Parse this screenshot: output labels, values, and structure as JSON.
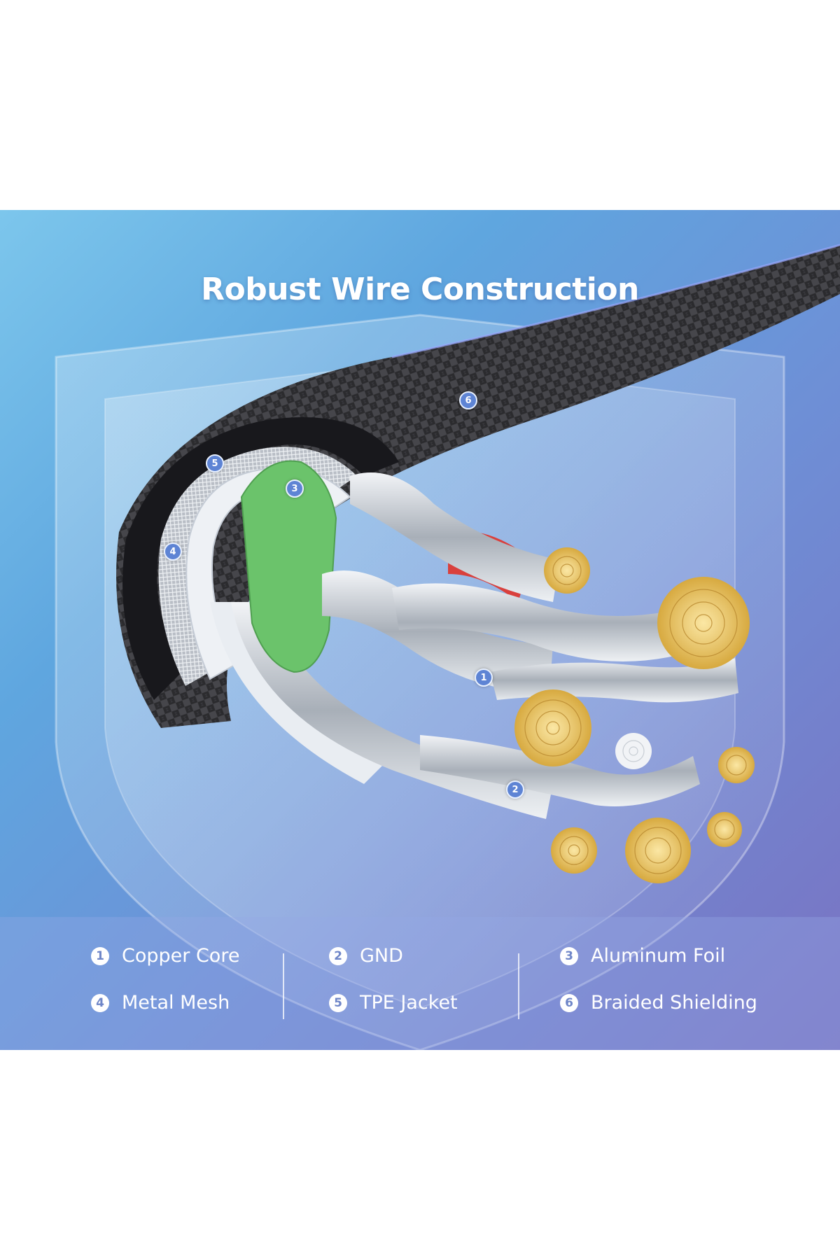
{
  "title": "Robust Wire Construction",
  "legend": {
    "columns": [
      [
        {
          "number": "1",
          "label": "Copper Core"
        },
        {
          "number": "4",
          "label": "Metal Mesh"
        }
      ],
      [
        {
          "number": "2",
          "label": "GND"
        },
        {
          "number": "5",
          "label": "TPE Jacket"
        }
      ],
      [
        {
          "number": "3",
          "label": "Aluminum Foil"
        },
        {
          "number": "6",
          "label": "Braided Shielding"
        }
      ]
    ]
  },
  "markers": [
    "1",
    "2",
    "3",
    "4",
    "5",
    "6"
  ],
  "colors": {
    "background_start": "#7cc6ec",
    "background_end": "#7a72c2",
    "braid": "#2b2b2e",
    "jacket": "#1e1e22",
    "foil": "#dfe4ea",
    "green_insulation": "#6bc36b",
    "red_insulation": "#d9403d",
    "copper": "#e9c46a",
    "silver": "#c9cfd6"
  }
}
